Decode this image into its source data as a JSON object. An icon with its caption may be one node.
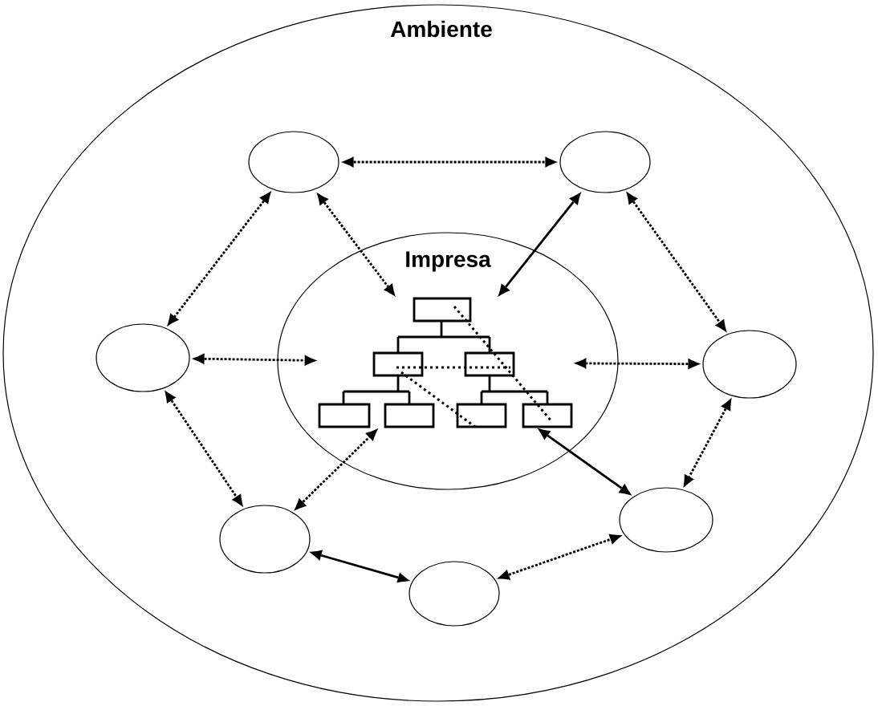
{
  "diagram": {
    "nodes": [
      {
        "text": [
          "Ambiente"
        ]
      },
      {
        "text": [
          "Impresa"
        ],
        "in": 0
      },
      {
        "text": [],
        "shape": "circle",
        "in": 0
      },
      {
        "text": [],
        "shape": "circle",
        "in": 0
      },
      {
        "text": [],
        "shape": "circle",
        "in": 0
      },
      {
        "text": [],
        "shape": "circle",
        "in": 0
      },
      {
        "text": [],
        "shape": "circle",
        "in": 0
      },
      {
        "text": [],
        "shape": "circle",
        "in": 0
      },
      {
        "text": [],
        "shape": "circle",
        "in": 0
      },
      {
        "text": [],
        "shape": "picture",
        "in": 1
      }
    ],
    "edges": [
      {
        "from": 2,
        "to": 3,
        "arrow": "both",
        "style": "dashed"
      },
      {
        "from": 2,
        "to": 4,
        "arrow": "both",
        "style": "dashed"
      },
      {
        "from": 3,
        "to": 5,
        "arrow": "both",
        "style": "dashed"
      },
      {
        "from": 4,
        "to": 6,
        "arrow": "both",
        "style": "dashed"
      },
      {
        "from": 5,
        "to": 7,
        "arrow": "both",
        "style": "dashed"
      },
      {
        "from": 6,
        "to": 8,
        "arrow": "both"
      },
      {
        "from": 8,
        "to": 7,
        "arrow": "both",
        "style": "dashed"
      },
      {
        "from": 2,
        "to": 9,
        "arrow": "both",
        "style": "dashed"
      },
      {
        "from": 3,
        "to": 9,
        "arrow": "both"
      },
      {
        "from": 4,
        "to": 9,
        "arrow": "both",
        "style": "dashed"
      },
      {
        "from": 5,
        "to": 9,
        "arrow": "both",
        "style": "dashed"
      },
      {
        "from": 6,
        "to": 9,
        "arrow": "both",
        "style": "dashed"
      },
      {
        "from": 7,
        "to": 9,
        "arrow": "both"
      }
    ]
  }
}
